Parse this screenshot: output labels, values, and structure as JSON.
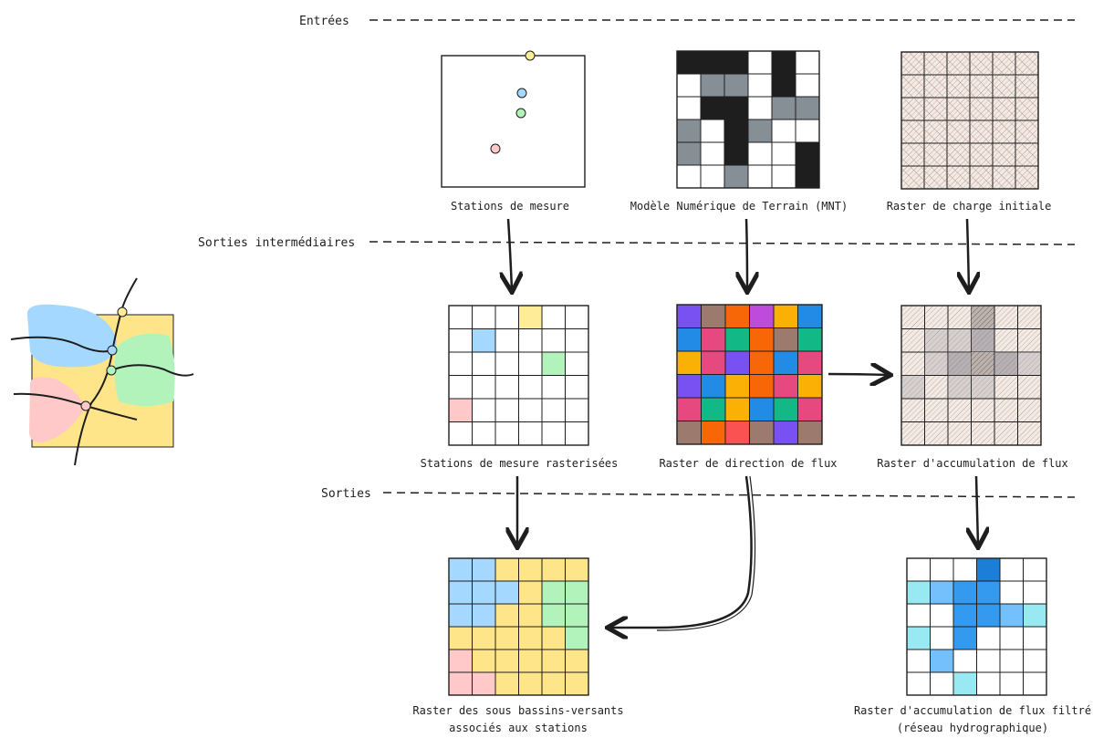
{
  "sections": {
    "inputs": "Entrées",
    "intermediate": "Sorties intermédiaires",
    "outputs": "Sorties"
  },
  "panels": {
    "stations": "Stations de mesure",
    "mnt": "Modèle Numérique de Terrain (MNT)",
    "initial_load": "Raster de charge initiale",
    "stations_raster": "Stations de mesure rasterisées",
    "flow_direction": "Raster de direction de flux",
    "flow_accumulation": "Raster d'accumulation de flux",
    "subbasins_line1": "Raster des sous bassins-versants",
    "subbasins_line2": "associés aux stations",
    "filtered_line1": "Raster d'accumulation de flux filtré",
    "filtered_line2": "(réseau hydrographique)"
  },
  "colors": {
    "station_yellow": "#ffec99",
    "station_blue": "#a5d8ff",
    "station_green": "#b2f2bb",
    "station_pink": "#ffc9c9",
    "basin_yellow": "#ffe58a",
    "mnt_black": "#1e1e1e",
    "mnt_gray": "#868e96",
    "hatch_brown": "#c9a99a"
  },
  "grids": {
    "mnt": [
      [
        "B",
        "B",
        "B",
        "W",
        "B",
        "W"
      ],
      [
        "W",
        "G",
        "G",
        "W",
        "B",
        "W"
      ],
      [
        "W",
        "B",
        "B",
        "W",
        "G",
        "G"
      ],
      [
        "G",
        "W",
        "B",
        "G",
        "W",
        "W"
      ],
      [
        "G",
        "W",
        "B",
        "W",
        "W",
        "B"
      ],
      [
        "W",
        "W",
        "G",
        "W",
        "W",
        "B"
      ]
    ],
    "stations_raster": [
      [
        "W",
        "W",
        "W",
        "Y",
        "W",
        "W"
      ],
      [
        "W",
        "B",
        "W",
        "W",
        "W",
        "W"
      ],
      [
        "W",
        "W",
        "W",
        "W",
        "G",
        "W"
      ],
      [
        "W",
        "W",
        "W",
        "W",
        "W",
        "W"
      ],
      [
        "P",
        "W",
        "W",
        "W",
        "W",
        "W"
      ],
      [
        "W",
        "W",
        "W",
        "W",
        "W",
        "W"
      ]
    ],
    "flow_direction": [
      [
        "#7950f2",
        "#9c7b6e",
        "#f76707",
        "#be4bdb",
        "#fab005",
        "#228be6"
      ],
      [
        "#228be6",
        "#e64980",
        "#12b886",
        "#f76707",
        "#9c7b6e",
        "#12b886"
      ],
      [
        "#fab005",
        "#e64980",
        "#7950f2",
        "#f76707",
        "#228be6",
        "#e64980"
      ],
      [
        "#7950f2",
        "#228be6",
        "#fab005",
        "#f76707",
        "#e64980",
        "#fab005"
      ],
      [
        "#e64980",
        "#12b886",
        "#fab005",
        "#228be6",
        "#12b886",
        "#e64980"
      ],
      [
        "#9c7b6e",
        "#f76707",
        "#fa5252",
        "#9c7b6e",
        "#7950f2",
        "#9c7b6e"
      ]
    ],
    "accumulation_shade": [
      [
        0,
        0,
        0,
        3,
        0,
        0
      ],
      [
        0,
        1,
        1,
        2,
        0,
        0
      ],
      [
        0,
        1,
        2,
        3,
        2,
        1
      ],
      [
        1,
        0,
        1,
        1,
        0,
        0
      ],
      [
        0,
        0,
        0,
        0,
        0,
        0
      ],
      [
        0,
        0,
        0,
        0,
        0,
        0
      ]
    ],
    "subbasins": [
      [
        "B",
        "B",
        "Y",
        "Y",
        "Y",
        "Y"
      ],
      [
        "B",
        "B",
        "B",
        "Y",
        "G",
        "G"
      ],
      [
        "B",
        "B",
        "Y",
        "Y",
        "G",
        "G"
      ],
      [
        "Y",
        "Y",
        "Y",
        "Y",
        "Y",
        "G"
      ],
      [
        "P",
        "Y",
        "Y",
        "Y",
        "Y",
        "Y"
      ],
      [
        "P",
        "P",
        "Y",
        "Y",
        "Y",
        "Y"
      ]
    ],
    "filtered": [
      [
        0,
        0,
        0,
        5,
        0,
        0
      ],
      [
        2,
        3,
        4,
        4,
        0,
        0
      ],
      [
        0,
        0,
        4,
        4,
        3,
        2
      ],
      [
        2,
        0,
        4,
        0,
        0,
        0
      ],
      [
        0,
        3,
        0,
        0,
        0,
        0
      ],
      [
        0,
        0,
        2,
        0,
        0,
        0
      ]
    ],
    "blue_scale": [
      "#ffffff",
      "#c5f6fa",
      "#99e9f2",
      "#74c0fc",
      "#339af0",
      "#1c7ed6"
    ]
  }
}
